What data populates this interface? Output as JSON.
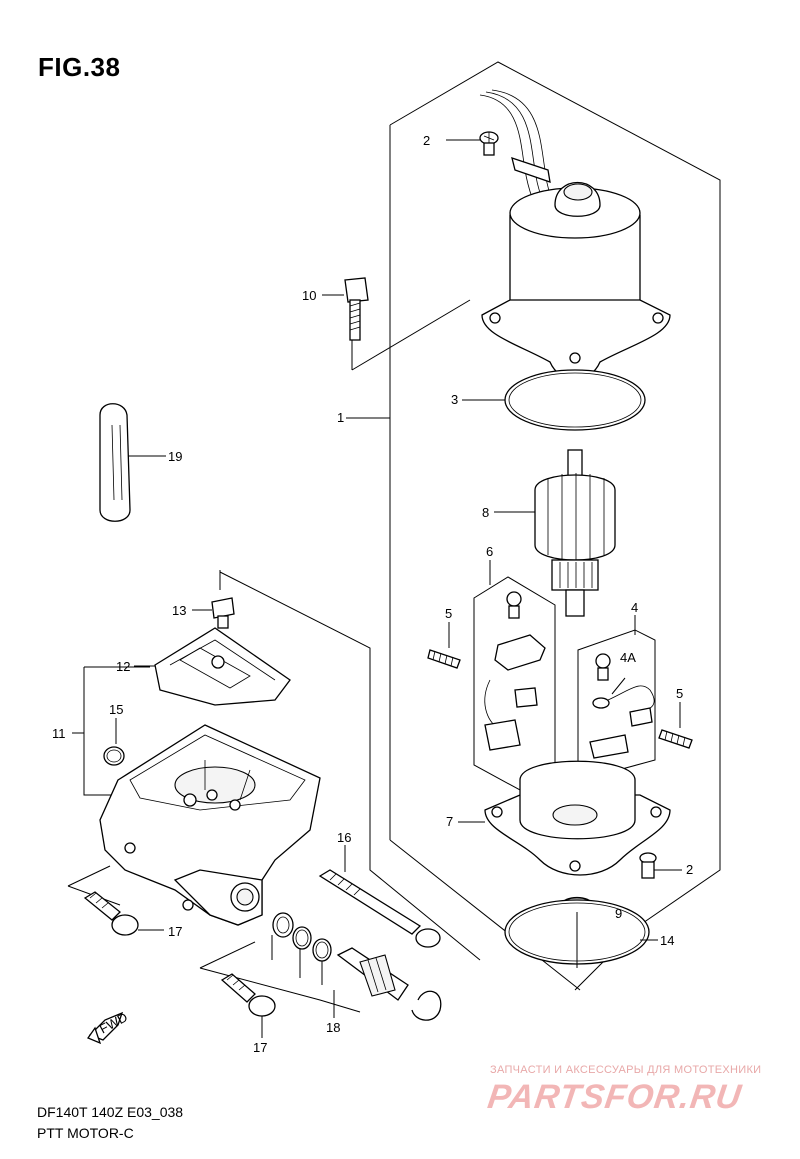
{
  "figure": {
    "title": "FIG.38",
    "model_line": "DF140T 140Z E03_038",
    "model_name": "PTT MOTOR-C"
  },
  "callouts": {
    "c1": "1",
    "c2a": "2",
    "c2b": "2",
    "c3": "3",
    "c4": "4",
    "c4a": "4A",
    "c5a": "5",
    "c5b": "5",
    "c6": "6",
    "c7": "7",
    "c8": "8",
    "c9": "9",
    "c10": "10",
    "c11": "11",
    "c12": "12",
    "c13": "13",
    "c14": "14",
    "c15": "15",
    "c16": "16",
    "c17a": "17",
    "c17b": "17",
    "c18": "18",
    "c19": "19"
  },
  "fwd_label": "FWD",
  "watermark": {
    "caption": "ЗАПЧАСТИ И АКСЕССУАРЫ ДЛЯ МОТОТЕХНИКИ",
    "logo": "PARTSFOR.RU"
  }
}
